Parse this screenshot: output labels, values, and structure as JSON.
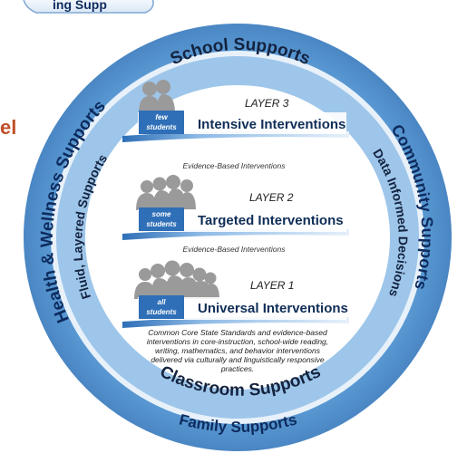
{
  "top_banner_text": "ing Supp",
  "side_letter": "el",
  "outer_ring": {
    "health": "Health & Wellness Supports",
    "community": "Community Supports",
    "family": "Family Supports"
  },
  "inner_ring": {
    "school": "School Supports",
    "classroom": "Classroom Supports",
    "fluid": "Fluid, Layered Supports",
    "data": "Data Informed Decisions"
  },
  "layers": [
    {
      "caption": "LAYER 3",
      "tag_top": "few",
      "tag_bottom": "students",
      "title": "Intensive Interventions",
      "note": "Evidence-Based Interventions"
    },
    {
      "caption": "LAYER 2",
      "tag_top": "some",
      "tag_bottom": "students",
      "title": "Targeted Interventions",
      "note": "Evidence-Based Interventions"
    },
    {
      "caption": "LAYER 1",
      "tag_top": "all",
      "tag_bottom": "students",
      "title": "Universal Interventions",
      "note": ""
    }
  ],
  "description_lines": [
    "Common Core State Standards and evidence-based",
    "interventions in core-instruction, school-wide reading,",
    "writing, mathematics, and behavior interventions",
    "delivered via culturally and linguistically responsive",
    "practices."
  ],
  "colors": {
    "outer_ring": "#5b9bd5",
    "inner_ring": "#9ec6ea",
    "center": "#ffffff",
    "banner": "#d9e6f5",
    "tag_dark": "#2e6fb7",
    "silhouette": "#9a9a9a",
    "side_red": "#c0502a"
  }
}
